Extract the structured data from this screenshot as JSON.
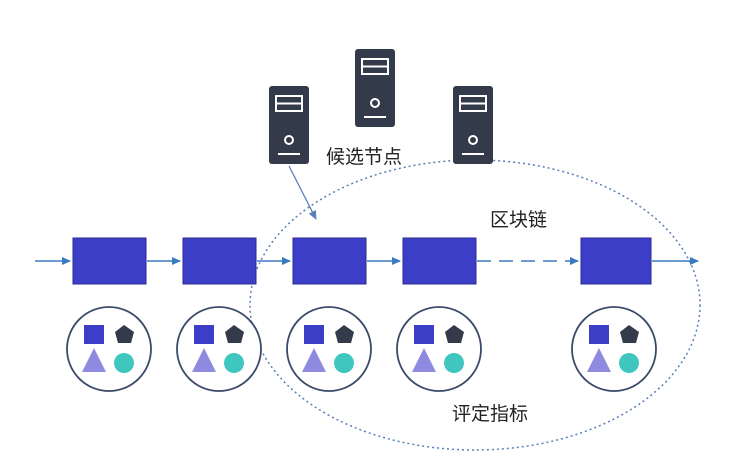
{
  "labels": {
    "candidate_nodes": "候选节点",
    "blockchain": "区块链",
    "evaluation_metrics": "评定指标"
  },
  "colors": {
    "block": "#3d3ec8",
    "block_border": "#2a2a90",
    "chain_line": "#3a7ac0",
    "dotted_ellipse": "#5a7fb8",
    "server": "#333a4a",
    "square": "#3d3ec8",
    "pentagon": "#333a4a",
    "triangle": "#8d8ae0",
    "circle": "#3fc7bf"
  },
  "icons": {
    "server": "server-tower-icon",
    "metric_shapes": [
      "square",
      "pentagon",
      "triangle",
      "circle"
    ]
  }
}
